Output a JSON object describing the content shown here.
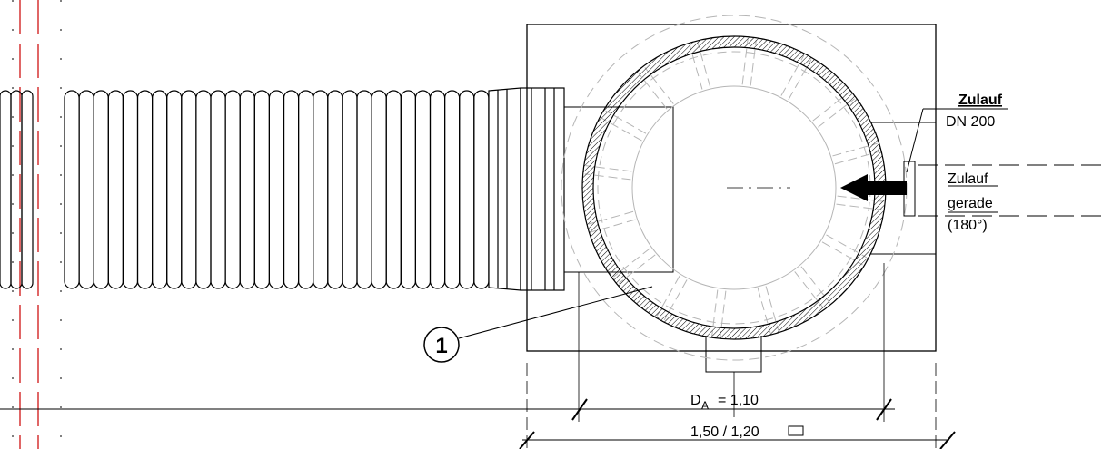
{
  "labels": {
    "inlet_title": "Zulauf",
    "inlet_dn": "DN 200",
    "inlet_kind_line1": "Zulauf",
    "inlet_kind_line2": "gerade",
    "inlet_kind_line3": "(180°)",
    "callout_number": "1",
    "dim_diameter_symbol": "D",
    "dim_diameter_subscript": "A",
    "dim_diameter_value": "= 1,10",
    "dim_overall": "1,50 / 1,20"
  },
  "colors": {
    "line": "#000000",
    "hidden_line": "#b5b5b5",
    "center_mark": "#cc0000"
  }
}
